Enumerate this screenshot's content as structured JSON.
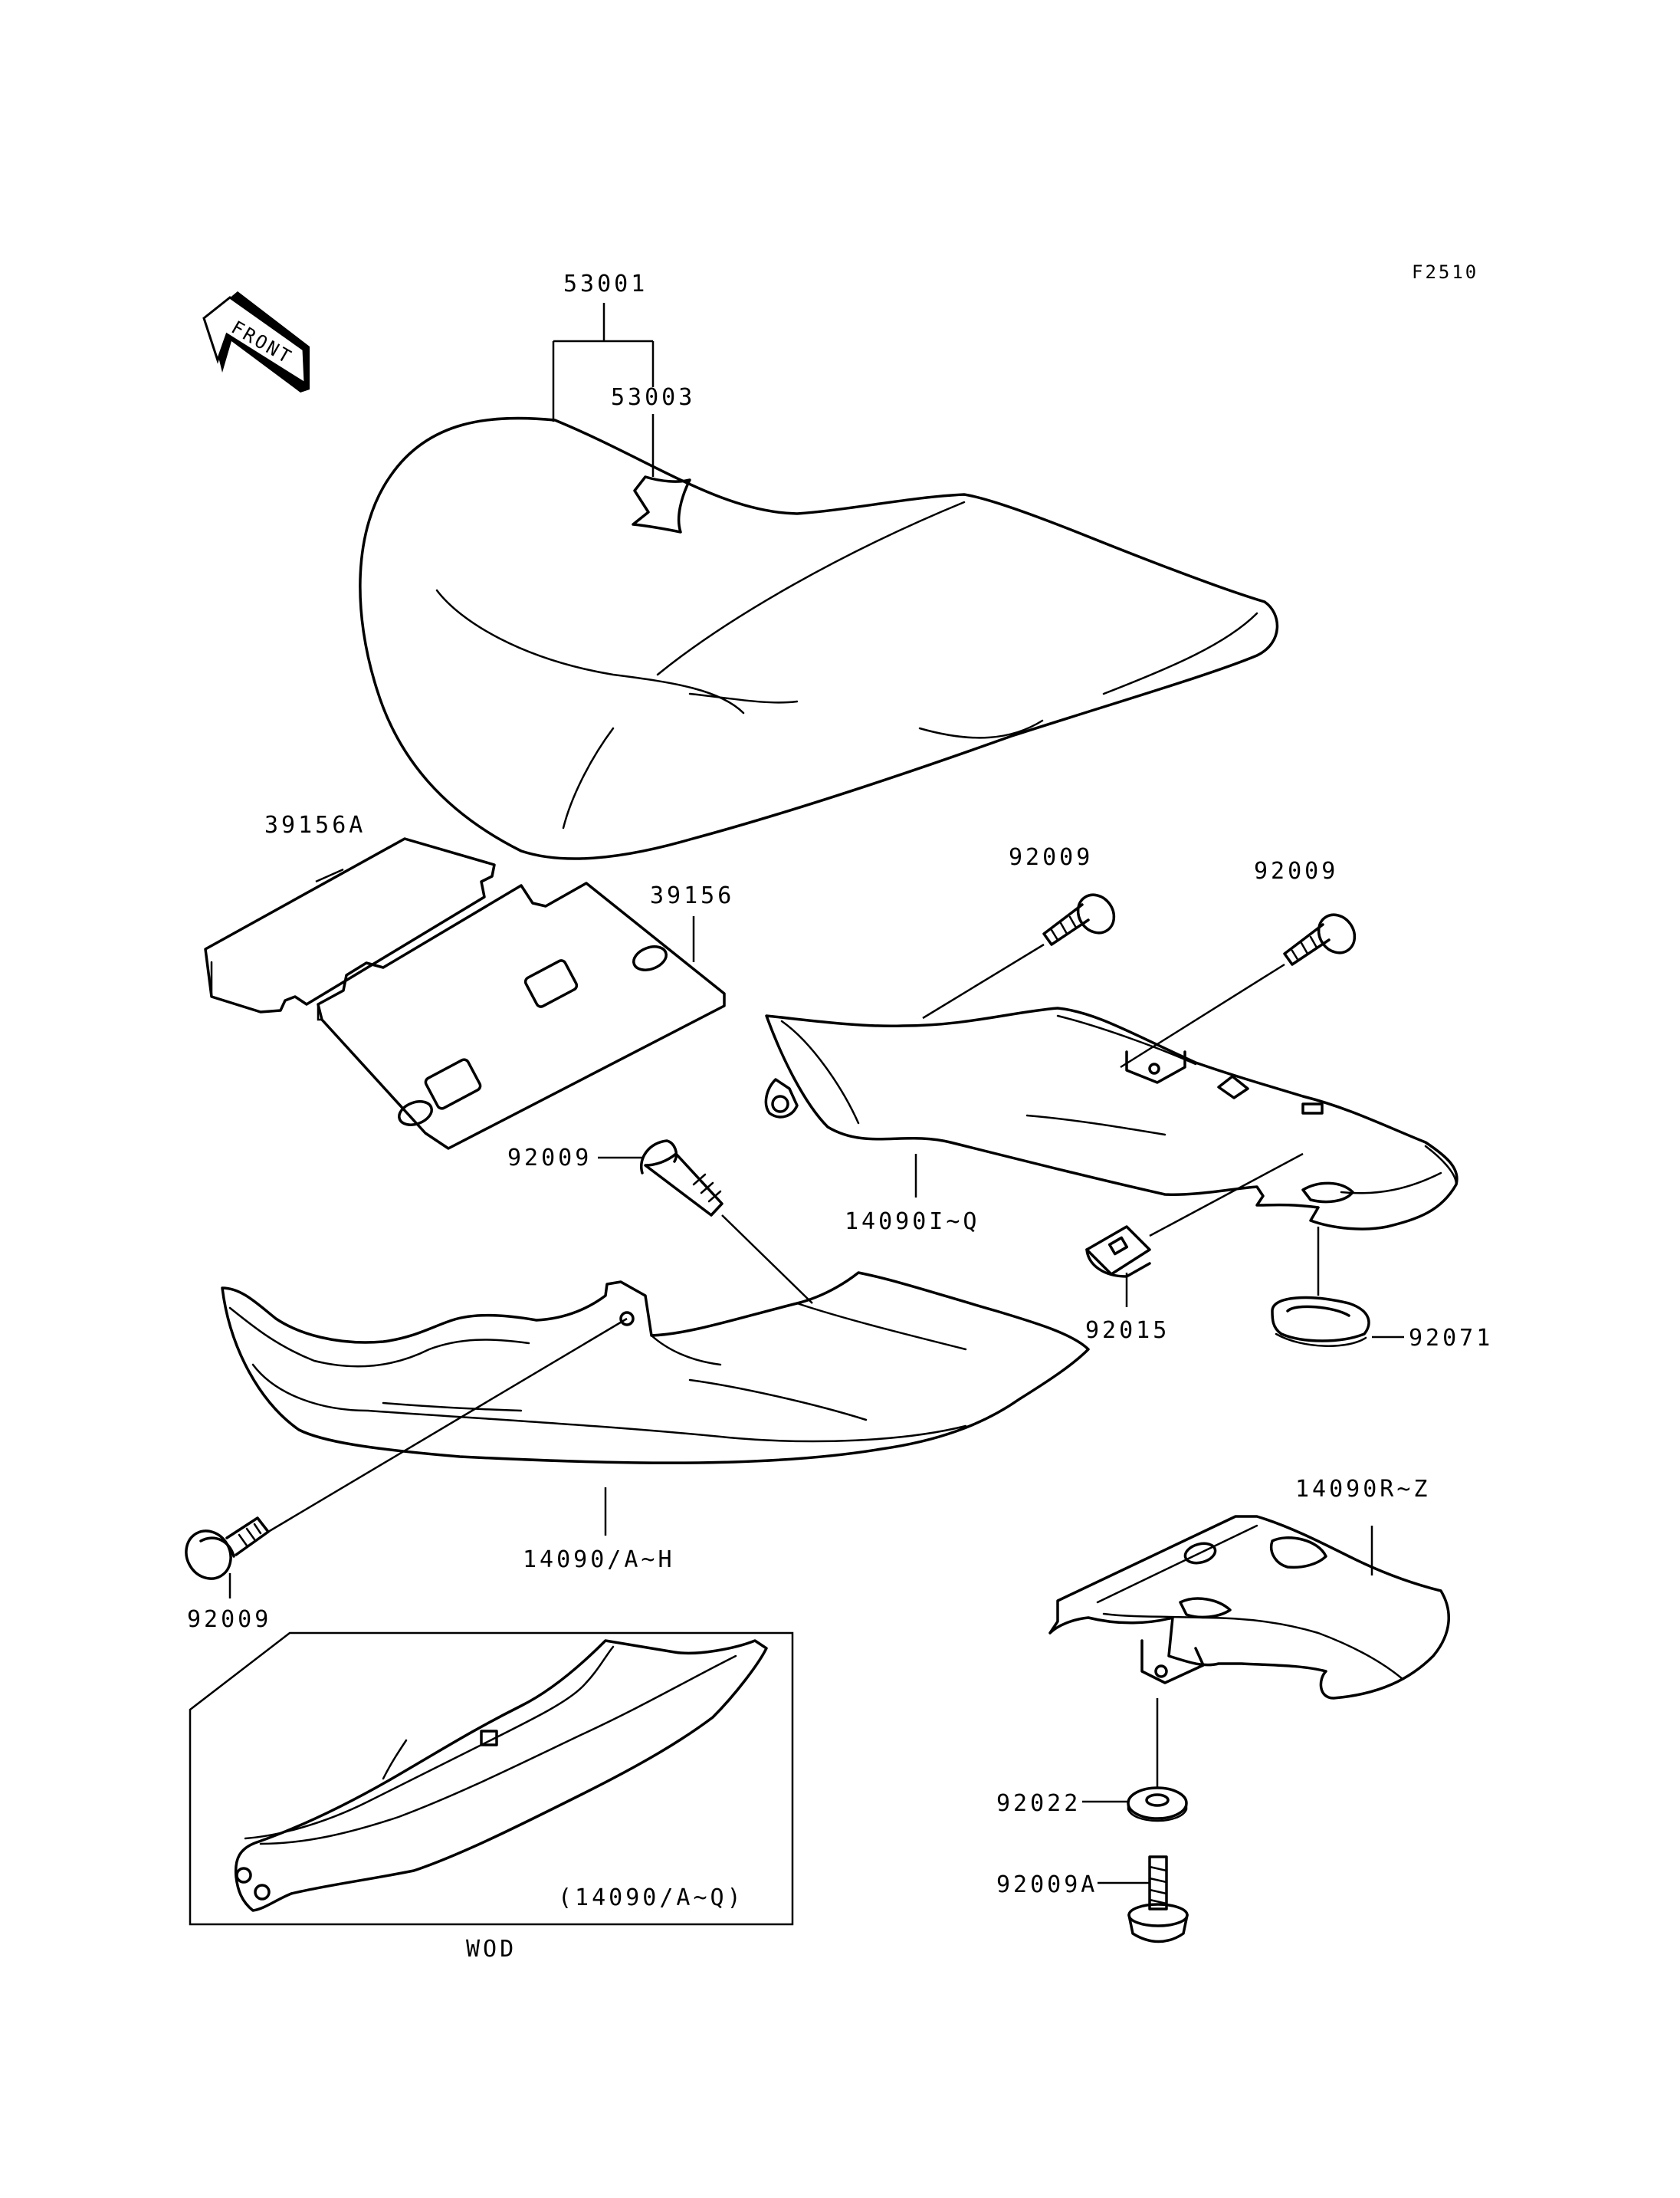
{
  "figure_id": "F2510",
  "front_label": "FRONT",
  "inset_caption": "WOD",
  "inset_note": "(14090/A~Q)",
  "parts": {
    "seat": "53001",
    "seat_label": "53003",
    "pad_a": "39156A",
    "pad": "39156",
    "bolt_top_left": "92009",
    "bolt_top_right": "92009",
    "bolt_mid": "92009",
    "bolt_lower": "92009",
    "cover_right": "14090I~Q",
    "cover_left": "14090/A~H",
    "clip_nut": "92015",
    "grommet": "92071",
    "rear_cover": "14090R~Z",
    "washer": "92022",
    "bolt_a": "92009A"
  },
  "colors": {
    "ink": "#000000",
    "paper": "#ffffff"
  }
}
